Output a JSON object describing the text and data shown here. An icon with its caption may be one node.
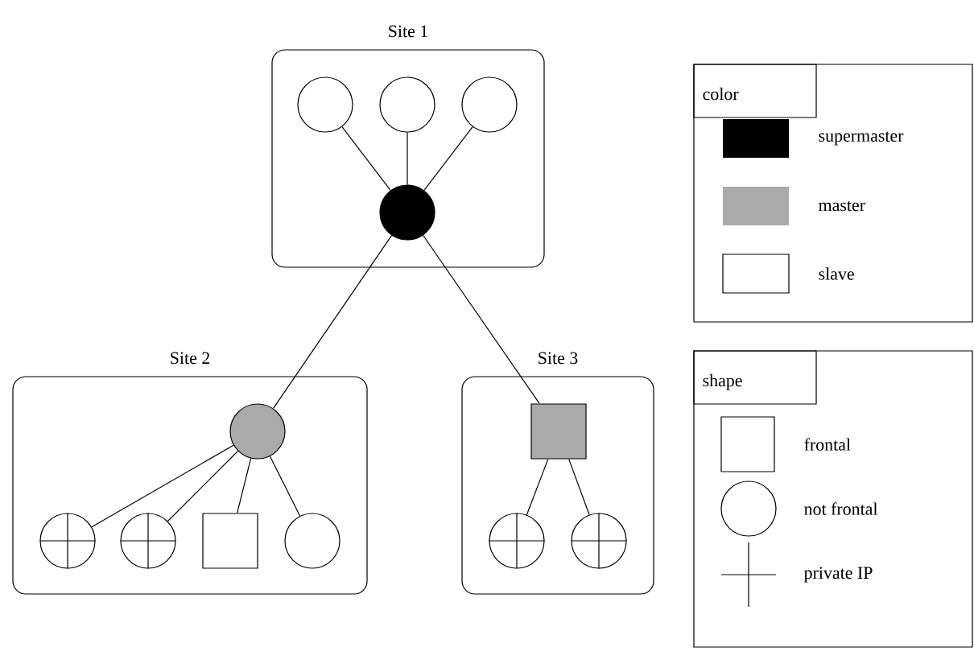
{
  "diagram": {
    "nodes": [
      {
        "text": [
          "Site 1"
        ]
      },
      {
        "text": [],
        "shape": "circle",
        "in": 0
      },
      {
        "text": [],
        "shape": "circle",
        "in": 0
      },
      {
        "text": [],
        "shape": "circle",
        "in": 0
      },
      {
        "text": [],
        "shape": "circle",
        "in": 0
      },
      {
        "text": [
          "Site 2"
        ]
      },
      {
        "text": [],
        "shape": "circle",
        "in": 5
      },
      {
        "text": [],
        "shape": "circle",
        "in": 5
      },
      {
        "text": [],
        "shape": "circle",
        "in": 5
      },
      {
        "text": [],
        "shape": "box",
        "in": 5
      },
      {
        "text": [],
        "shape": "circle",
        "in": 5
      },
      {
        "text": [
          "Site 3"
        ]
      },
      {
        "text": [],
        "shape": "box",
        "in": 11
      },
      {
        "text": [],
        "shape": "circle",
        "in": 11
      },
      {
        "text": [],
        "shape": "circle",
        "in": 11
      }
    ],
    "edges": [
      {
        "from": 4,
        "to": 1,
        "arrow": "none"
      },
      {
        "from": 4,
        "to": 2,
        "arrow": "none"
      },
      {
        "from": 4,
        "to": 3,
        "arrow": "none"
      },
      {
        "from": 4,
        "to": 6,
        "arrow": "none"
      },
      {
        "from": 4,
        "to": 12,
        "arrow": "none"
      },
      {
        "from": 6,
        "to": 7,
        "arrow": "none"
      },
      {
        "from": 6,
        "to": 8,
        "arrow": "none"
      },
      {
        "from": 6,
        "to": 9,
        "arrow": "none"
      },
      {
        "from": 6,
        "to": 10,
        "arrow": "none"
      },
      {
        "from": 12,
        "to": 13,
        "arrow": "none"
      },
      {
        "from": 12,
        "to": 14,
        "arrow": "none"
      }
    ],
    "labels": [
      "color",
      "shape"
    ],
    "legend": [
      {
        "text": "supermaster",
        "color": "#000000"
      },
      {
        "text": "master",
        "color": "#aaaaaa"
      },
      {
        "text": "slave"
      },
      {
        "text": "frontal"
      },
      {
        "text": "not frontal"
      },
      {
        "text": "private IP"
      }
    ]
  }
}
